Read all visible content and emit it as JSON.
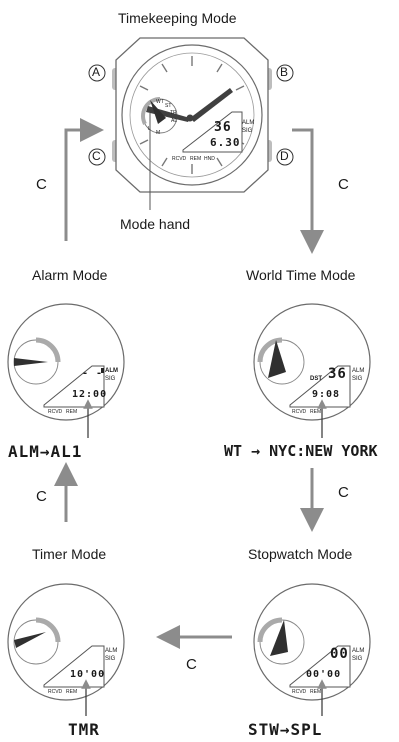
{
  "labels": {
    "timekeeping": "Timekeeping Mode",
    "mode_hand": "Mode hand",
    "alarm": "Alarm Mode",
    "world_time": "World Time Mode",
    "timer": "Timer Mode",
    "stopwatch": "Stopwatch Mode"
  },
  "buttons": {
    "a": "A",
    "b": "B",
    "c": "C",
    "d": "D"
  },
  "arrow_letters": {
    "left_up": "C",
    "right_down": "C",
    "world_down": "C",
    "alarm_up": "C",
    "bottom_left": "C"
  },
  "main_watch": {
    "top_value": "36",
    "bottom_value": "6.30",
    "side_top": "ALM",
    "side_bottom": "SIG",
    "bottom_row": [
      "RCVD",
      "REM",
      "HND"
    ],
    "ring": [
      "WT",
      "ST",
      "TR",
      "AL",
      "L",
      "M"
    ]
  },
  "alarm_watch": {
    "top_value": "- -",
    "bottom_value": "12:00",
    "side_top": "ALM",
    "side_bottom": "SIG",
    "bottom_row": [
      "RCVD",
      "REM"
    ],
    "display": "ALM→AL1"
  },
  "world_watch": {
    "top_prefix": "DST",
    "top_value": "36",
    "bottom_value": "9:08",
    "side_top": "ALM",
    "side_bottom": "SIG",
    "bottom_row": [
      "RCVD",
      "REM"
    ],
    "display": "WT → NYC:NEW YORK"
  },
  "timer_watch": {
    "bottom_value": "10'00",
    "side_top": "ALM",
    "side_bottom": "SIG",
    "bottom_row": [
      "RCVD",
      "REM"
    ],
    "display": "TMR"
  },
  "stopwatch_watch": {
    "top_value": "00",
    "bottom_value": "00'00",
    "side_top": "ALM",
    "side_bottom": "SIG",
    "bottom_row": [
      "RCVD",
      "REM"
    ],
    "display": "STW→SPL"
  },
  "colors": {
    "arrow": "#8c8c8c",
    "hand": "#404040",
    "bezel": "#bdbdbd",
    "line": "#555555"
  }
}
